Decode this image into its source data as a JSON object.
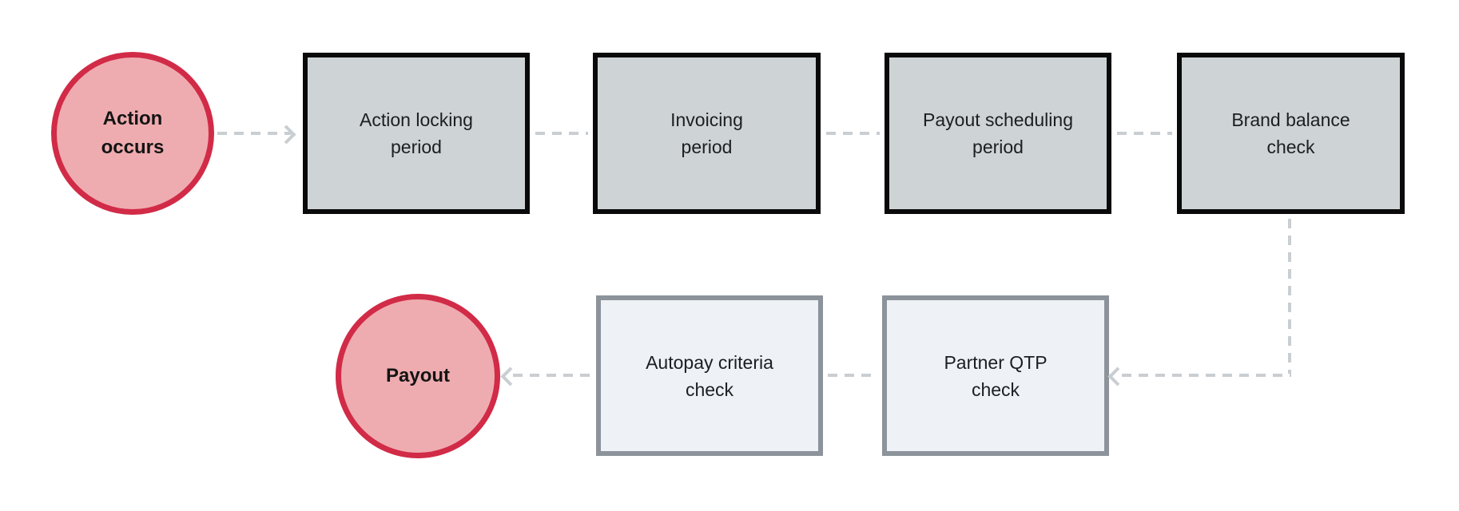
{
  "flowchart": {
    "nodes": {
      "action_occurs": {
        "label": "Action\noccurs",
        "type": "start-terminal"
      },
      "action_locking": {
        "label": "Action locking\nperiod",
        "type": "stage"
      },
      "invoicing": {
        "label": "Invoicing\nperiod",
        "type": "stage"
      },
      "payout_scheduling": {
        "label": "Payout scheduling\nperiod",
        "type": "stage"
      },
      "brand_balance": {
        "label": "Brand balance\ncheck",
        "type": "stage"
      },
      "partner_qtp": {
        "label": "Partner QTP\ncheck",
        "type": "check"
      },
      "autopay_criteria": {
        "label": "Autopay criteria\ncheck",
        "type": "check"
      },
      "payout": {
        "label": "Payout",
        "type": "end-terminal"
      }
    },
    "edges": [
      {
        "from": "action_occurs",
        "to": "action_locking",
        "style": "dashed",
        "arrowhead": true
      },
      {
        "from": "action_locking",
        "to": "invoicing",
        "style": "dashed",
        "arrowhead": false
      },
      {
        "from": "invoicing",
        "to": "payout_scheduling",
        "style": "dashed",
        "arrowhead": false
      },
      {
        "from": "payout_scheduling",
        "to": "brand_balance",
        "style": "dashed",
        "arrowhead": false
      },
      {
        "from": "brand_balance",
        "to": "partner_qtp",
        "style": "dashed",
        "arrowhead": true
      },
      {
        "from": "partner_qtp",
        "to": "autopay_criteria",
        "style": "dashed",
        "arrowhead": false
      },
      {
        "from": "autopay_criteria",
        "to": "payout",
        "style": "dashed",
        "arrowhead": true
      }
    ],
    "colors": {
      "background": "#ffffff",
      "terminal_fill": "#efacb0",
      "terminal_border": "#d12b47",
      "stage_fill": "#ced3d6",
      "stage_border": "#0a0a0a",
      "check_fill": "#eef1f5",
      "check_border": "#8c939a",
      "connector": "#c9ced2",
      "text": "#1c1e21"
    }
  }
}
